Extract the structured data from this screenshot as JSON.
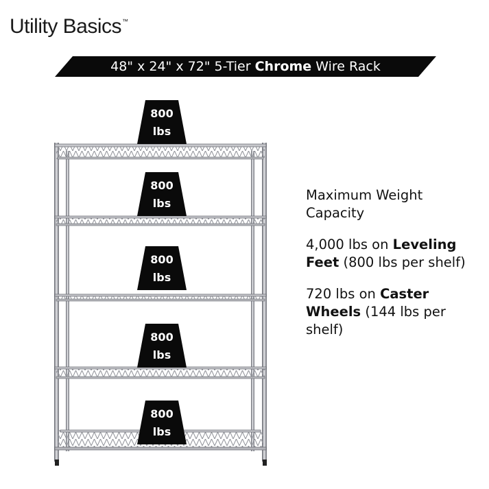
{
  "brand": {
    "name": "Utility Basics",
    "tm": "™"
  },
  "banner": {
    "pre": "48\" x 24\" x 72\" 5-Tier ",
    "bold": "Chrome",
    "post": " Wire Rack"
  },
  "badges": [
    {
      "num": "800",
      "unit": "lbs"
    },
    {
      "num": "800",
      "unit": "lbs"
    },
    {
      "num": "800",
      "unit": "lbs"
    },
    {
      "num": "800",
      "unit": "lbs"
    },
    {
      "num": "800",
      "unit": "lbs"
    }
  ],
  "info": {
    "heading": "Maximum Weight Capacity",
    "leveling": {
      "pre": "4,000 lbs on ",
      "bold": "Leveling Feet",
      "post": " (800 lbs per shelf)"
    },
    "casters": {
      "pre": "720 lbs on ",
      "bold": "Caster Wheels",
      "post": " (144 lbs per shelf)"
    }
  },
  "colors": {
    "badge": "#0a0a0a",
    "banner": "#0a0a0a",
    "chrome": "#9a9ca3",
    "chrome_dark": "#5c5e66"
  }
}
